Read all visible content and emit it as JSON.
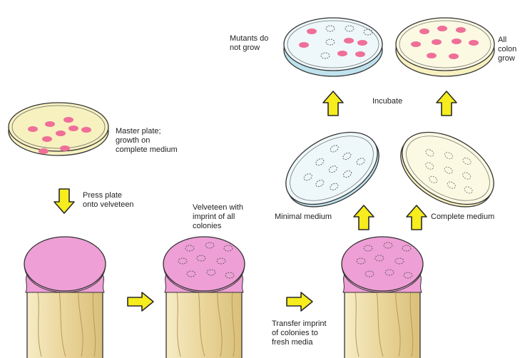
{
  "labels": {
    "master_plate": [
      "Master plate;",
      "growth on",
      "complete medium"
    ],
    "press_plate": [
      "Press plate",
      "onto velveteen"
    ],
    "velveteen_imprint": [
      "Velveteen with",
      "imprint of all",
      "colonies"
    ],
    "transfer_imprint": [
      "Transfer imprint",
      "of colonies to",
      "fresh media"
    ],
    "minimal_medium": "Minimal medium",
    "complete_medium": "Complete medium",
    "incubate": "Incubate",
    "mutants": [
      "Mutants do",
      "not grow"
    ],
    "all_colonies": [
      "All",
      "colon",
      "grow"
    ]
  },
  "colors": {
    "complete_medium": "#f7f1c0",
    "minimal_medium": "#bfe3ee",
    "colony": "#ef6f98",
    "velveteen": "#ee9fd6",
    "arrow": "#f7ec1d",
    "wood": "#ecd9a0"
  },
  "icons": [
    "master-plate-icon",
    "velveteen-block-icon",
    "down-arrow-icon",
    "right-arrow-icon",
    "up-arrow-icon",
    "petri-dish-icon"
  ]
}
